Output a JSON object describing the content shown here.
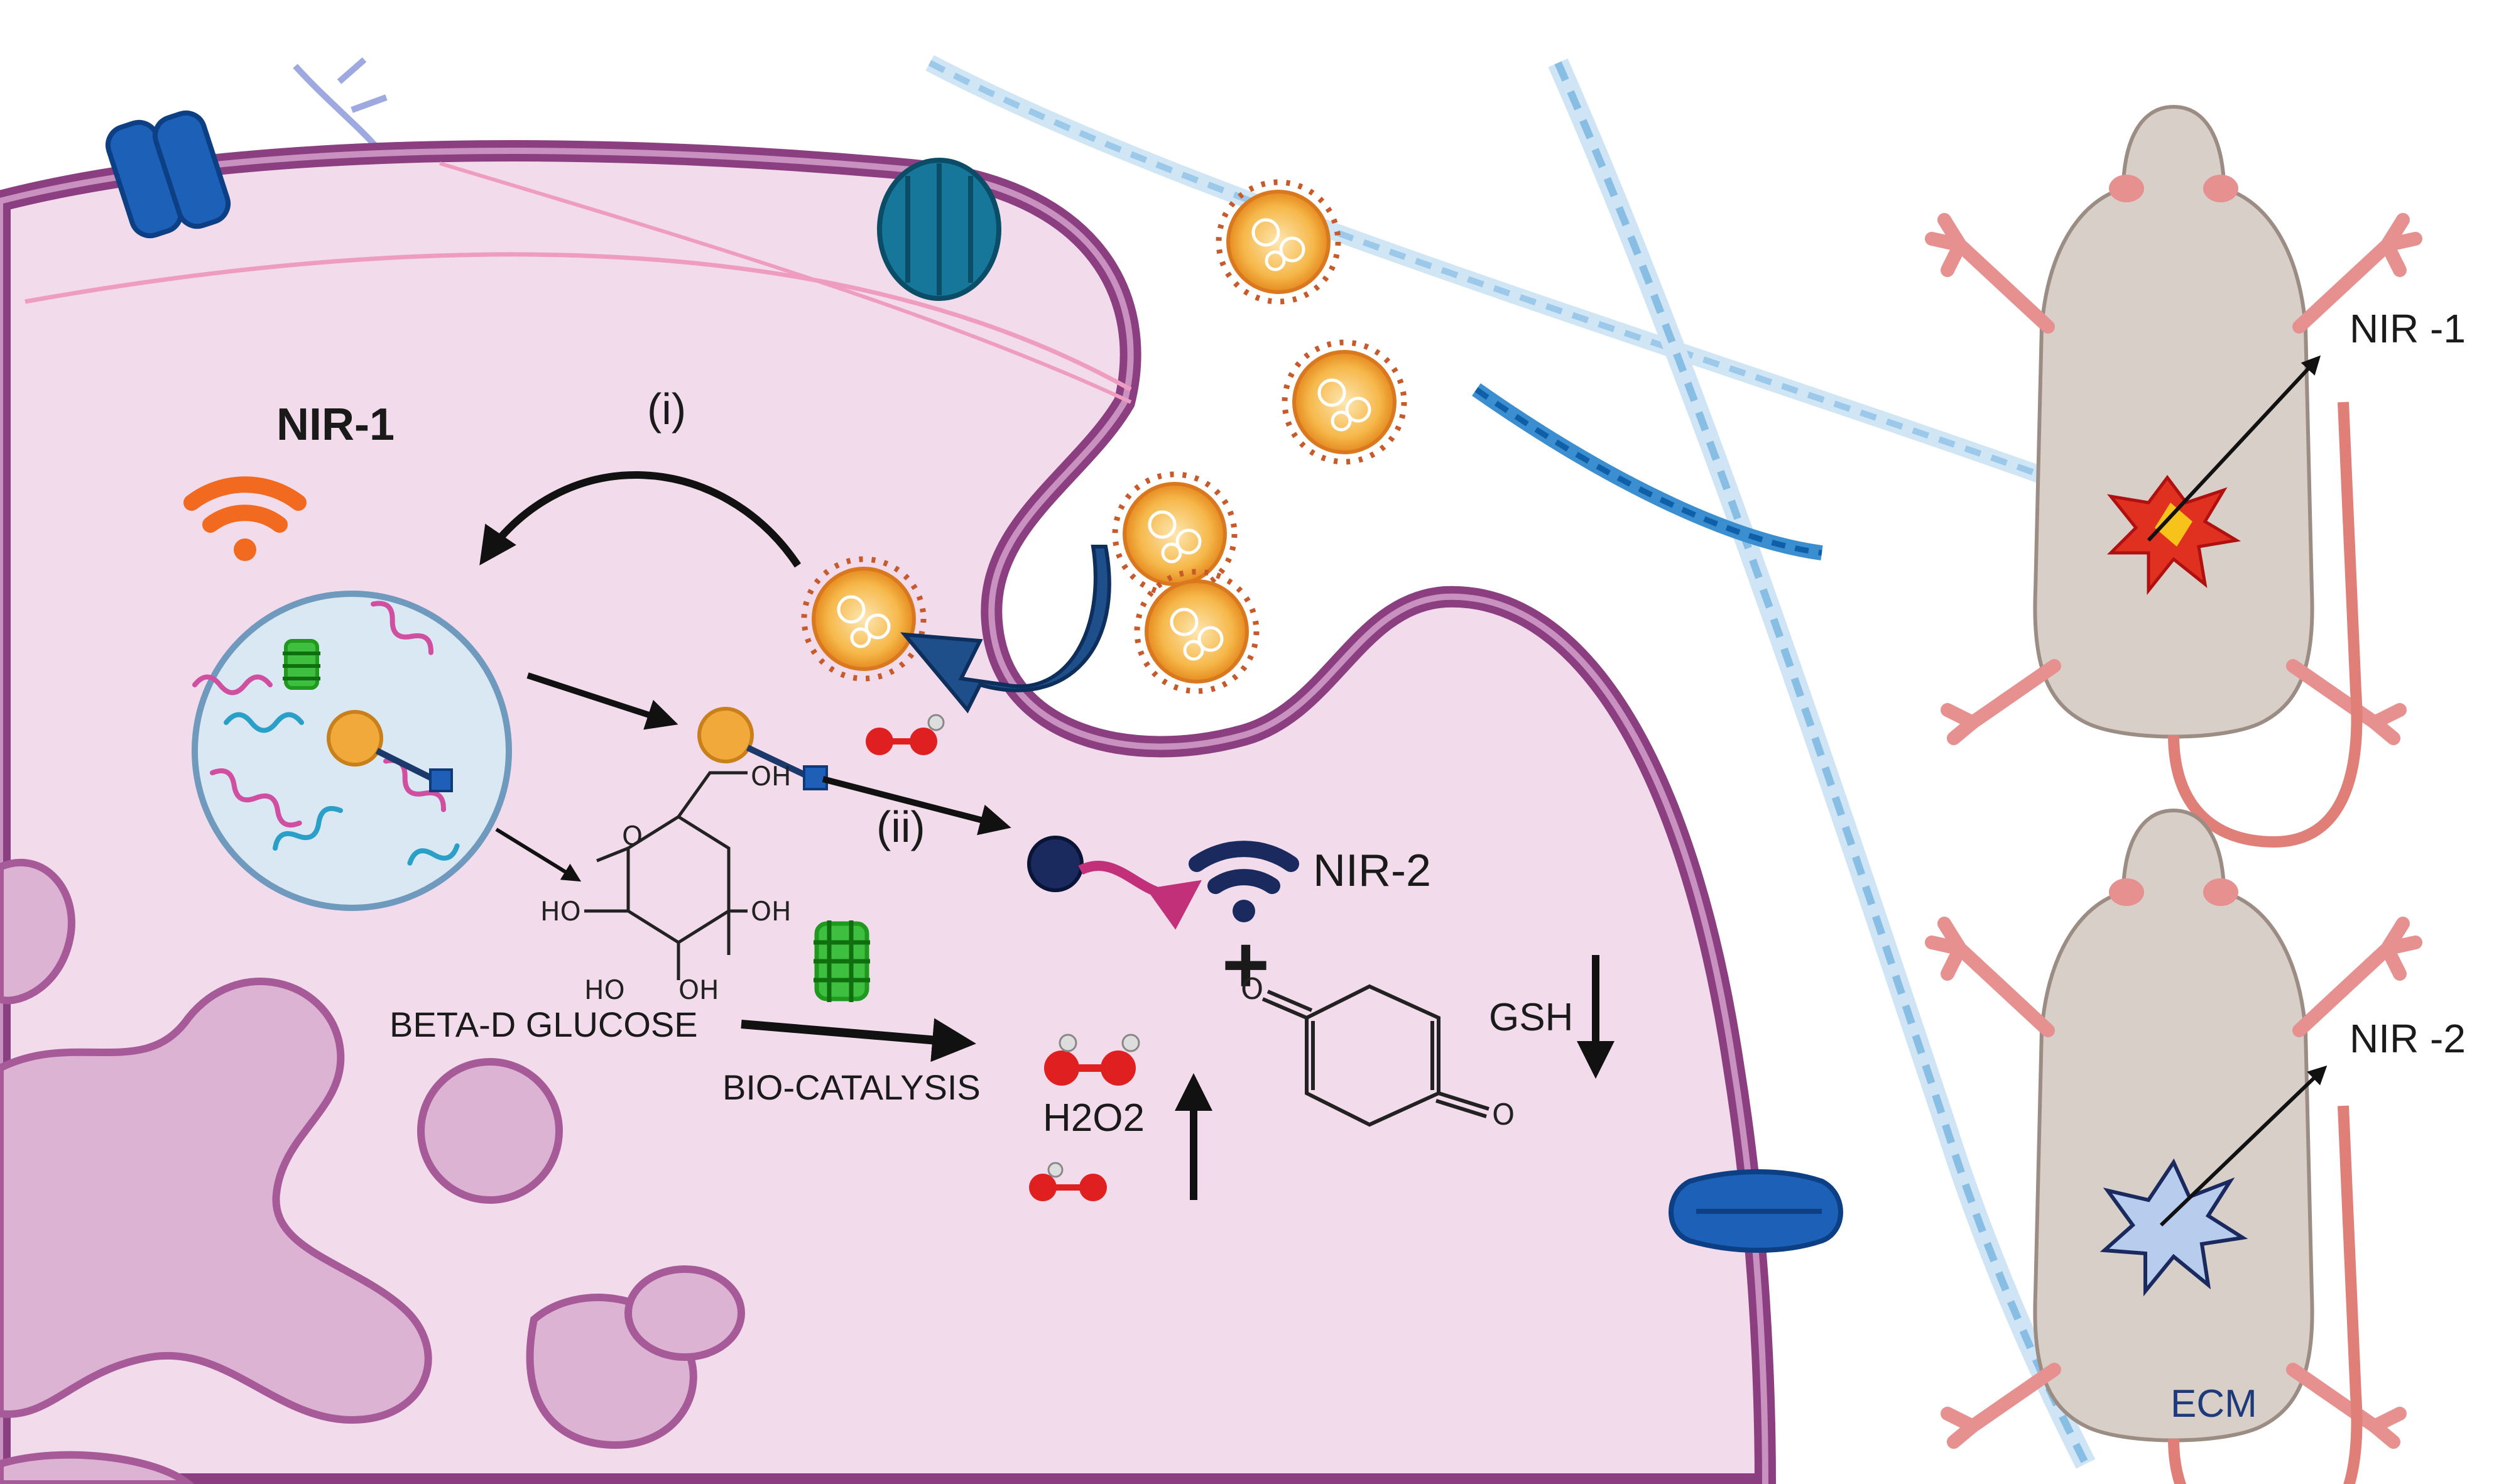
{
  "labels": {
    "nir1_cell": "NIR-1",
    "step_i": "(i)",
    "step_ii": "(ii)",
    "nir2_cell": "NIR-2",
    "glucose": "BETA-D GLUCOSE",
    "biocatalysis": "BIO-CATALYSIS",
    "h2o2": "H2O2",
    "gsh": "GSH",
    "plus": "+",
    "nir1_mouse": "NIR -1",
    "nir2_mouse": "NIR -2",
    "ecm": "ECM"
  },
  "chem": {
    "oh": "OH",
    "ho": "HO",
    "o_ring": "O",
    "o_quinone": "O"
  },
  "colors": {
    "cell_fill": "#f2dcec",
    "membrane": "#9b4f8f",
    "organelle": "#ddb3d4",
    "nanoparticle": "#f2a93b",
    "nir1_signal": "#f26a1f",
    "nir2_signal": "#1a2a5e",
    "h2o2_red": "#e02020",
    "enzyme_green": "#3fbf3f",
    "fiber_blue": "#7fb8e0"
  }
}
